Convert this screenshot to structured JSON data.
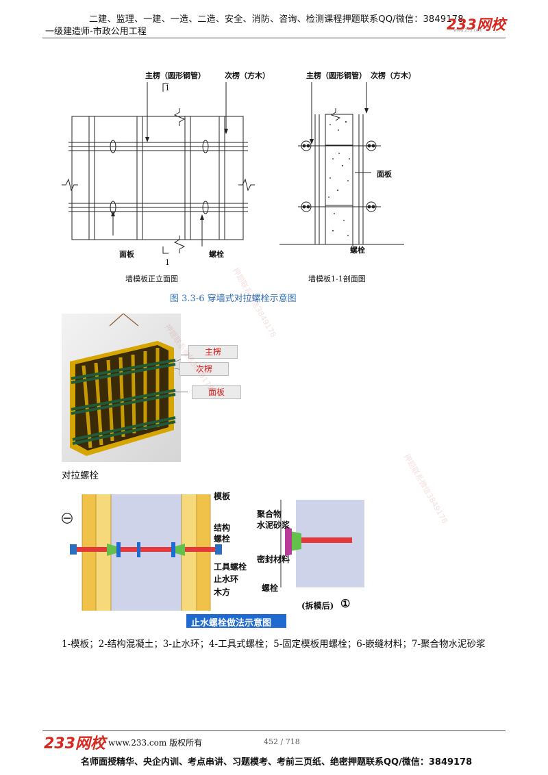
{
  "header": {
    "line1": "二建、监理、一建、一造、二造、安全、消防、咨询、检测课程押题联系QQ/微信：3849178",
    "line2": "一级建造师-市政公用工程",
    "logo": "233网校",
    "logo_url": "www.233.com"
  },
  "figure1": {
    "left": {
      "label_main": "主楞（圆形钢管）",
      "label_secondary": "次楞（方木）",
      "label_panel": "面板",
      "label_bolt": "螺栓",
      "section_mark": "1",
      "title": "墙模板正立面图"
    },
    "right": {
      "label_main": "主楞（圆形钢管）",
      "label_secondary": "次楞（方木）",
      "label_panel": "面板",
      "label_bolt": "螺栓",
      "title": "墙模板1-1剖面图"
    },
    "caption": "图 3.3-6   穿墙式对拉螺栓示意图"
  },
  "figure2": {
    "tags": [
      "主楞",
      "次楞",
      "面板"
    ]
  },
  "section_label": "对拉螺栓",
  "figure3": {
    "labels": {
      "formwork": "模板",
      "structure": "结构",
      "bolt": "螺栓",
      "tool_bolt": "工具螺栓",
      "water_ring": "止水环",
      "timber": "木方",
      "polymer1": "聚合物",
      "polymer2": "水泥砂浆",
      "seal": "密封材料",
      "bolt2": "螺栓",
      "after": "(拆模后)",
      "circle1": "①",
      "circle_left": "㊀",
      "title": "止水螺栓做法示意图"
    }
  },
  "legend_text": "1-模板；2-结构混凝土；3-止水环；4-工具式螺栓；5-固定模板用螺栓；6-嵌缝材料；7-聚合物水泥砂浆",
  "footer": {
    "logo": "233网校",
    "site": "www.233.com 版权所有",
    "page": "452 / 718",
    "bottom": "名师面授精华、央企内训、考点串讲、习题模考、考前三页纸、绝密押题联系QQ/微信：3849178"
  },
  "watermarks": [
    "押题联系微信3849178",
    "押题联系微信3849178",
    "押题联系微信3849178"
  ]
}
